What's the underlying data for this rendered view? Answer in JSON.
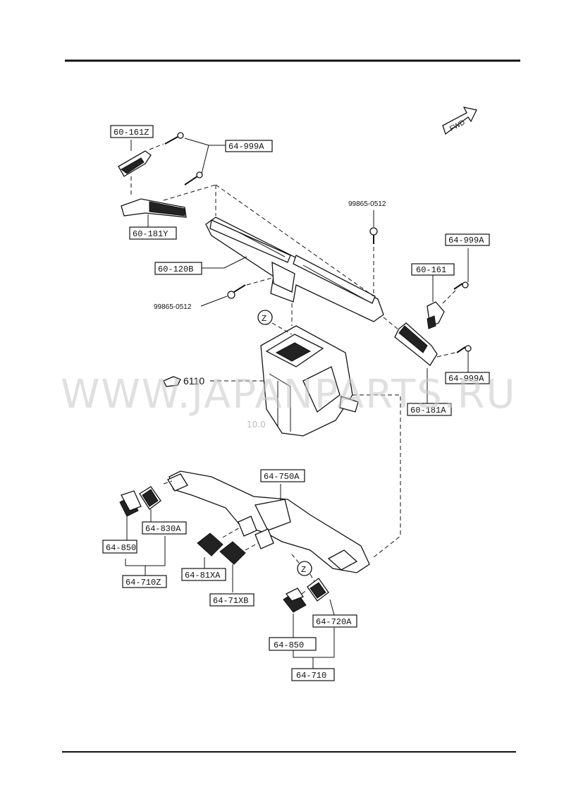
{
  "watermark": {
    "text": "WWW.JAPANPARTS.RU",
    "subtext": "10.0"
  },
  "fwd_label": "FWD",
  "ref_marker": "6110",
  "labels": {
    "p60_161z": "60-161Z",
    "p64_999a_top": "64-999A",
    "p60_181y": "60-181Y",
    "p60_120b": "60-120B",
    "p99865_top": "99865-0512",
    "p99865_mid": "99865-0512",
    "p64_999a_right": "64-999A",
    "p60_161": "60-161",
    "p64_999a_right2": "64-999A",
    "p60_181a": "60-181A",
    "p64_750a": "64-750A",
    "p64_830a": "64-830A",
    "p64_850_left": "64-850",
    "p64_710z": "64-710Z",
    "p64_81xa": "64-81XA",
    "p64_71xb": "64-71XB",
    "p64_720a": "64-720A",
    "p64_850_bottom": "64-850",
    "p64_710": "64-710"
  },
  "zone_marks": [
    "Z",
    "Z"
  ],
  "colors": {
    "ink": "#111111",
    "watermark": "#c8c8c8",
    "background": "#ffffff"
  }
}
